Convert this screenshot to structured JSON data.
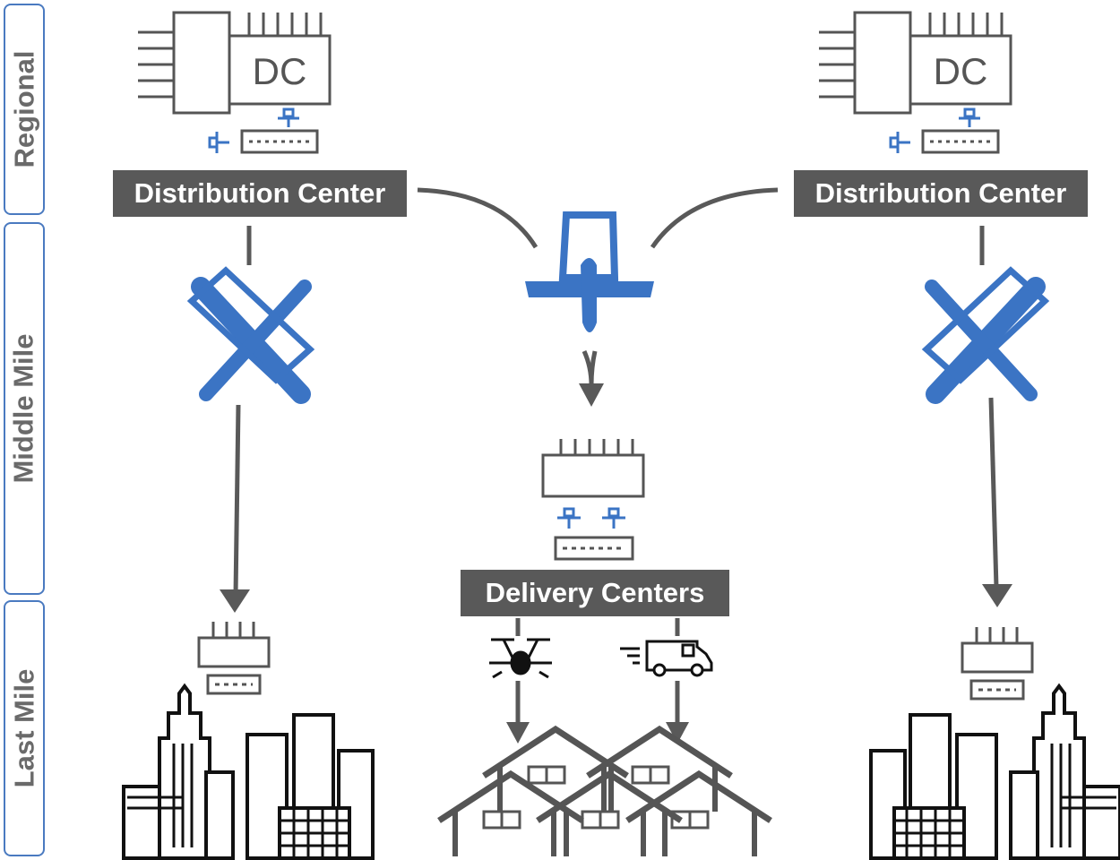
{
  "tiers": {
    "regional": "Regional",
    "middle_mile": "Middle Mile",
    "last_mile": "Last Mile"
  },
  "banners": {
    "left_distribution": "Distribution Center",
    "right_distribution": "Distribution Center",
    "delivery_centers": "Delivery Centers"
  },
  "dc_icon_label": "DC",
  "colors": {
    "tier_border": "#4a7ac0",
    "aircraft_blue": "#3b74c4",
    "banner_bg": "#595959",
    "line_gray": "#595959"
  },
  "icons": [
    "dc-building-icon",
    "vtol-aircraft-icon",
    "fixed-wing-aircraft-icon",
    "delivery-hub-icon",
    "quadcopter-drone-icon",
    "delivery-van-icon",
    "city-skyline-icon",
    "houses-icon"
  ]
}
